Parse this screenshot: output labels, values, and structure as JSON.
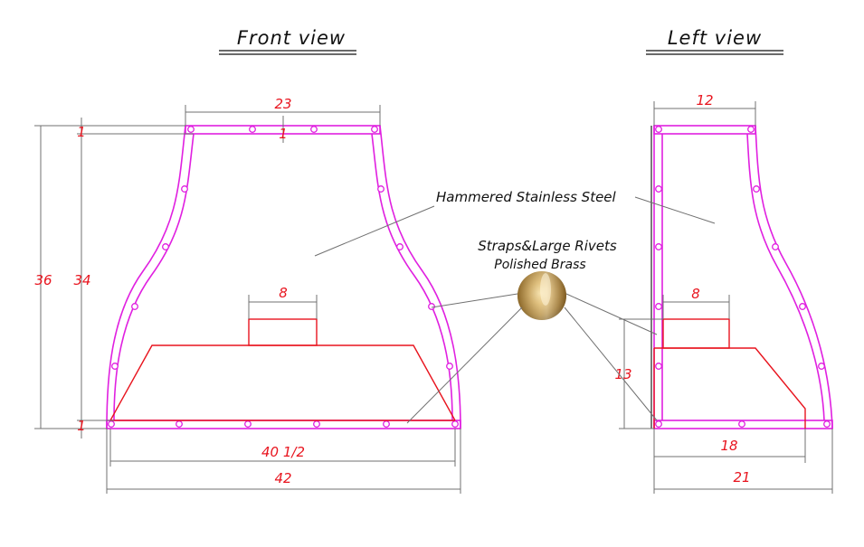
{
  "views": {
    "front": {
      "title": "Front view"
    },
    "left": {
      "title": "Left view"
    }
  },
  "dimensions": {
    "front": {
      "top_width": "23",
      "top_band": "1",
      "top_band_inner": "1",
      "overall_height": "36",
      "body_height": "34",
      "bottom_band": "1",
      "flue_width": "8",
      "inner_width": "40 1/2",
      "overall_width": "42"
    },
    "left": {
      "top_depth": "12",
      "flue_width": "8",
      "liner_height": "13",
      "bottom_depth": "18",
      "overall_depth": "21"
    }
  },
  "labels": {
    "material": "Hammered Stainless Steel",
    "straps_line1": "Straps&Large Rivets",
    "straps_line2": "Polished Brass"
  },
  "colors": {
    "outline": "#e020e0",
    "dimension": "#e8141e",
    "leader": "#707070",
    "brass": "#c9a35a"
  },
  "icons": {
    "brass_swatch": "polished-brass-swatch"
  }
}
